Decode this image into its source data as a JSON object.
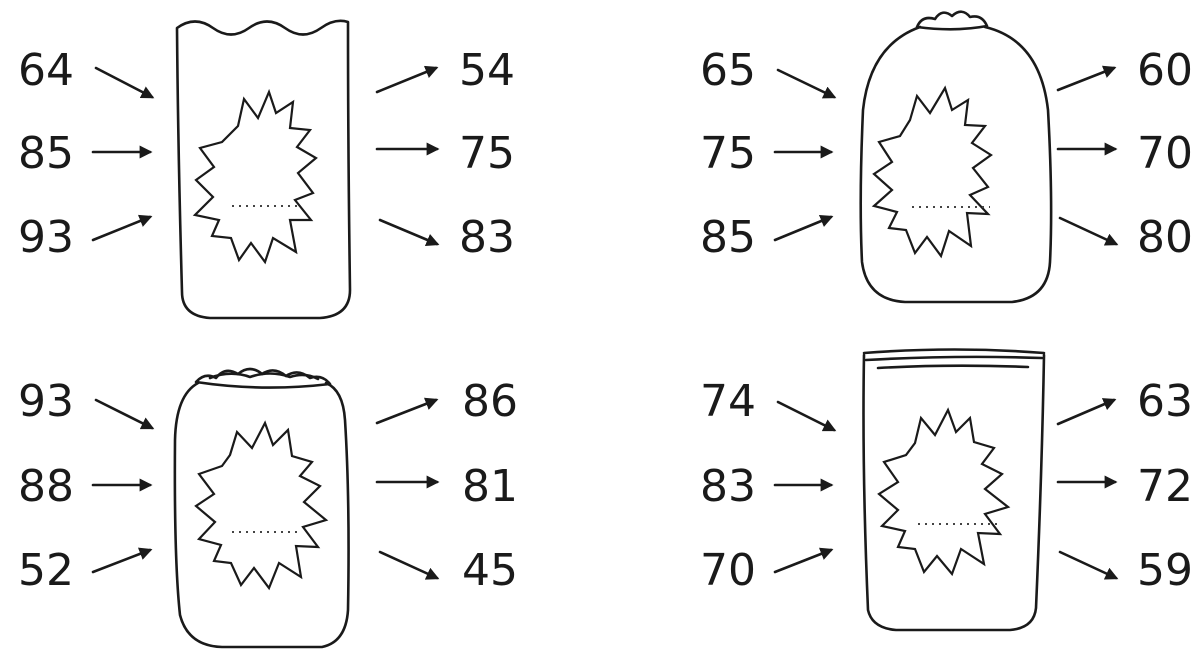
{
  "machines": [
    {
      "inputs": [
        "64",
        "85",
        "93"
      ],
      "outputs": [
        "54",
        "75",
        "83"
      ]
    },
    {
      "inputs": [
        "65",
        "75",
        "85"
      ],
      "outputs": [
        "60",
        "70",
        "80"
      ]
    },
    {
      "inputs": [
        "93",
        "88",
        "52"
      ],
      "outputs": [
        "86",
        "81",
        "45"
      ]
    },
    {
      "inputs": [
        "74",
        "83",
        "70"
      ],
      "outputs": [
        "63",
        "72",
        "59"
      ]
    }
  ]
}
